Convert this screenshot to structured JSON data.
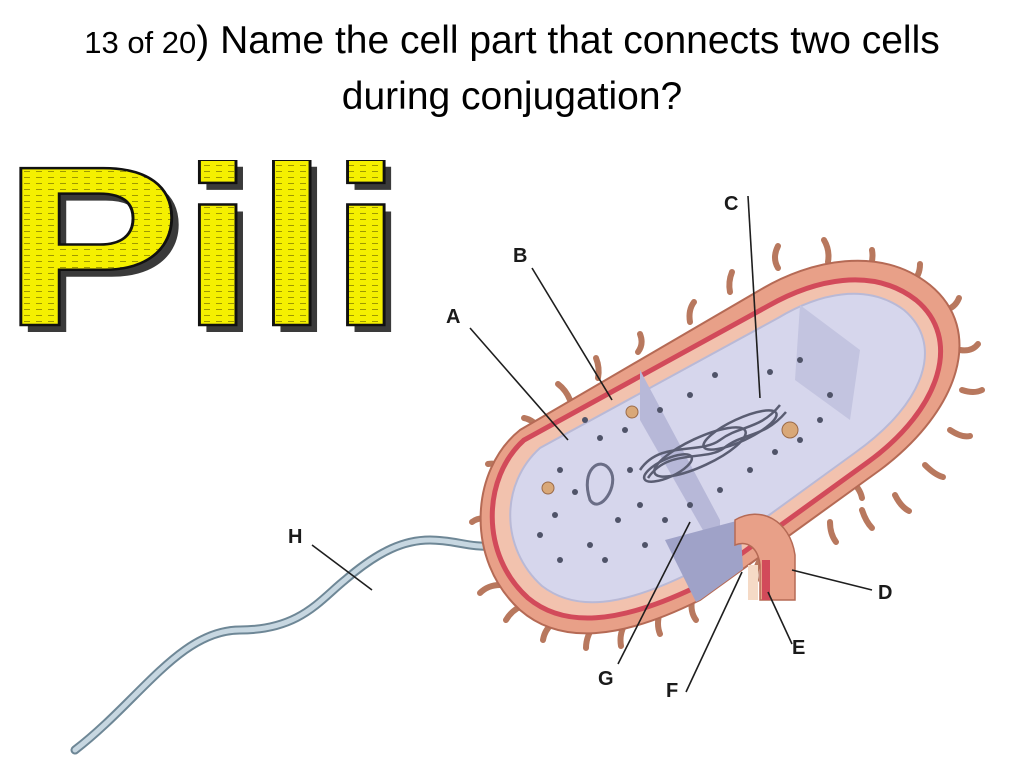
{
  "slide": {
    "question_number": "13 of 20",
    "question_text": ") Name the cell part that connects two cells",
    "question_text_line2": "during conjugation?",
    "answer": "Pili"
  },
  "diagram": {
    "labels": {
      "a": "A",
      "b": "B",
      "c": "C",
      "d": "D",
      "e": "E",
      "f": "F",
      "g": "G",
      "h": "H"
    },
    "colors": {
      "answer_fill": "#f5f000",
      "cell_wall": "#e8a088",
      "membrane": "#d24a5a",
      "cytoplasm": "#d6d6ec",
      "flagellum": "#a9bfcc"
    }
  }
}
